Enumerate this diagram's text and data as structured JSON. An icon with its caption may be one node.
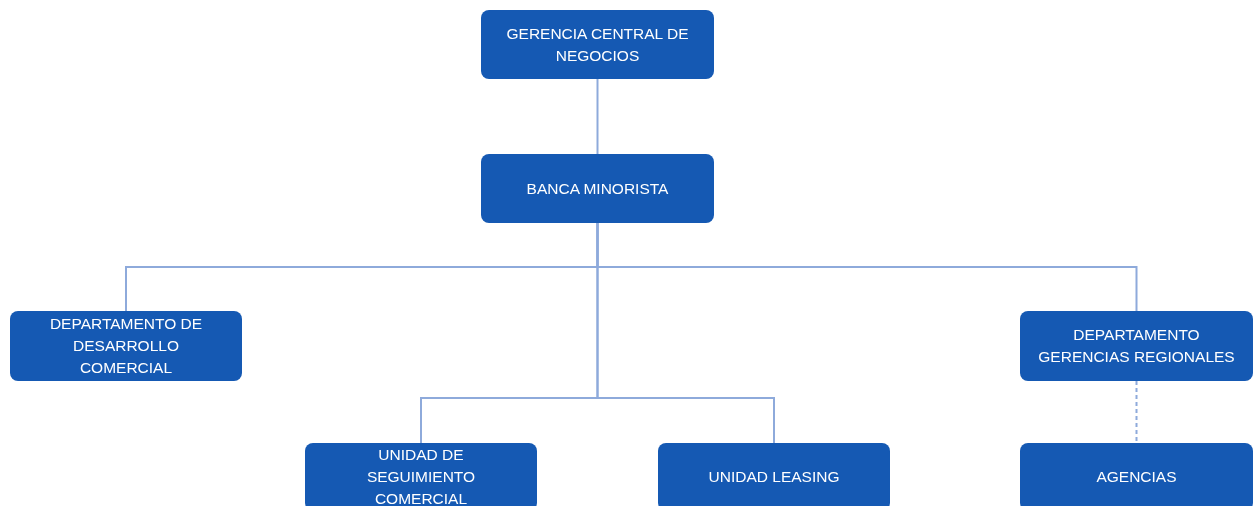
{
  "diagram": {
    "nodes": [
      {
        "text": [
          "GERENCIA CENTRAL DE NEGOCIOS"
        ]
      },
      {
        "text": [
          "BANCA MINORISTA"
        ]
      },
      {
        "text": [
          "DEPARTAMENTO DE DESARROLLO COMERCIAL"
        ]
      },
      {
        "text": [
          "DEPARTAMENTO GERENCIAS REGIONALES"
        ]
      },
      {
        "text": [
          "UNIDAD DE SEGUIMIENTO COMERCIAL"
        ]
      },
      {
        "text": [
          "UNIDAD LEASING"
        ]
      },
      {
        "text": [
          "AGENCIAS"
        ]
      }
    ],
    "edges": [
      {
        "from": 0,
        "to": 1,
        "arrow": "none"
      },
      {
        "from": 1,
        "to": 2,
        "arrow": "none"
      },
      {
        "from": 1,
        "to": 3,
        "arrow": "none"
      },
      {
        "from": 1,
        "to": 4,
        "arrow": "none"
      },
      {
        "from": 1,
        "to": 5,
        "arrow": "none"
      },
      {
        "from": 3,
        "to": 6,
        "arrow": "none",
        "style": "dashed"
      }
    ]
  }
}
